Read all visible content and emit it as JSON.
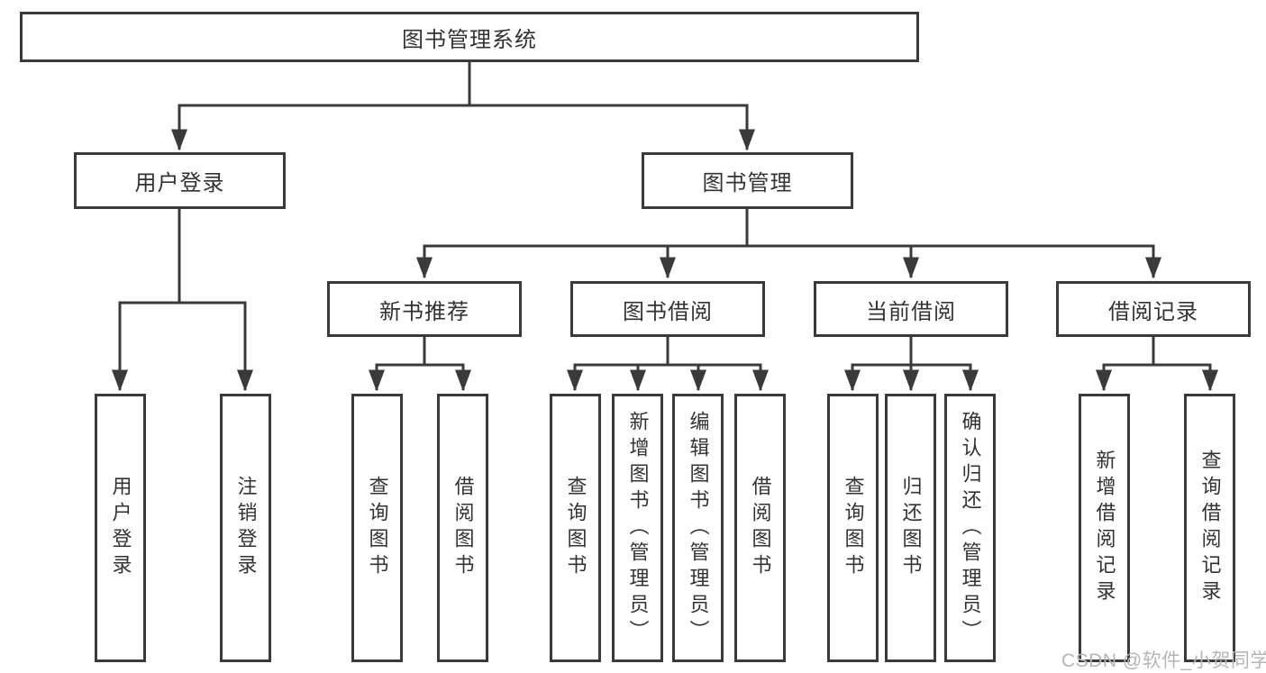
{
  "diagram_type": "hierarchy-tree",
  "tree": {
    "label": "图书管理系统",
    "children": [
      {
        "label": "用户登录",
        "children": [
          {
            "label": "用户登录"
          },
          {
            "label": "注销登录"
          }
        ]
      },
      {
        "label": "图书管理",
        "children": [
          {
            "label": "新书推荐",
            "children": [
              {
                "label": "查询图书"
              },
              {
                "label": "借阅图书"
              }
            ]
          },
          {
            "label": "图书借阅",
            "children": [
              {
                "label": "查询图书"
              },
              {
                "label": "新增图书（管理员）"
              },
              {
                "label": "编辑图书（管理员）"
              },
              {
                "label": "借阅图书"
              }
            ]
          },
          {
            "label": "当前借阅",
            "children": [
              {
                "label": "查询图书"
              },
              {
                "label": "归还图书"
              },
              {
                "label": "确认归还（管理员）"
              }
            ]
          },
          {
            "label": "借阅记录",
            "children": [
              {
                "label": "新增借阅记录"
              },
              {
                "label": "查询借阅记录"
              }
            ]
          }
        ]
      }
    ]
  },
  "watermark": {
    "text": "CSDN @软件_小贺同学"
  },
  "colors": {
    "line": "#3a3a3a",
    "text": "#333333",
    "box-bg": "#ffffff",
    "watermark": "#b5b5b5",
    "background": "#ffffff"
  }
}
